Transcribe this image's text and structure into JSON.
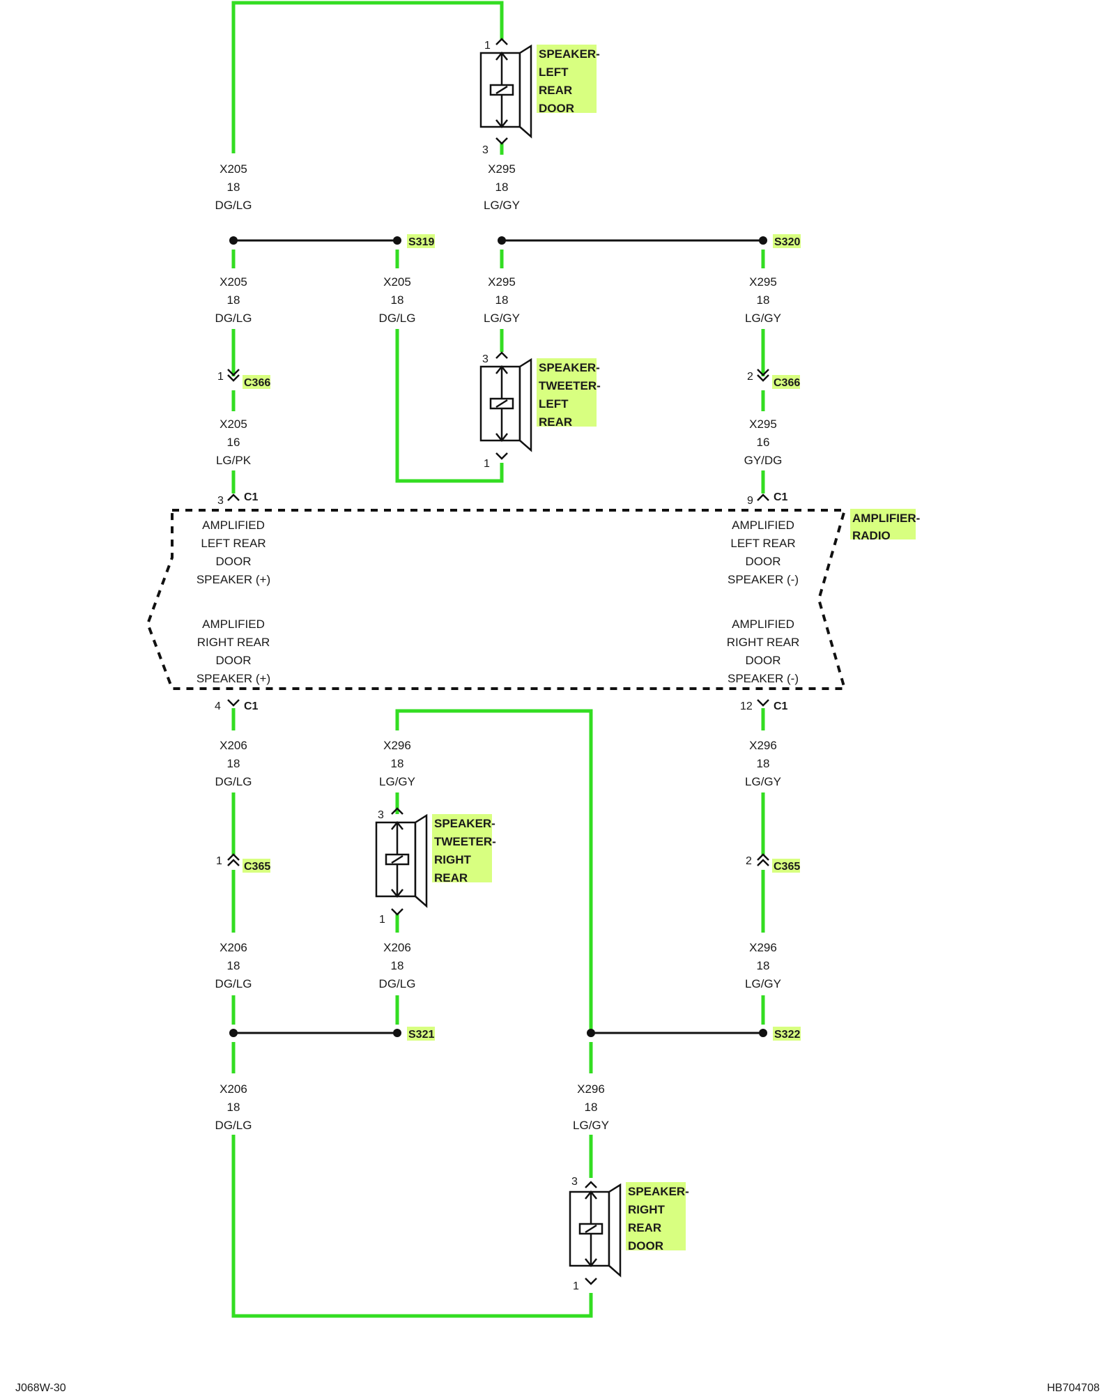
{
  "colors": {
    "wire": "#33dd22",
    "highlight": "#d8ff80",
    "ink": "#111111"
  },
  "wire_labels": [
    {
      "id": "w1",
      "circuit": "X205",
      "gauge": "18",
      "color": "DG/LG"
    },
    {
      "id": "w2",
      "circuit": "X295",
      "gauge": "18",
      "color": "LG/GY"
    },
    {
      "id": "w3",
      "circuit": "X205",
      "gauge": "18",
      "color": "DG/LG"
    },
    {
      "id": "w4",
      "circuit": "X205",
      "gauge": "18",
      "color": "DG/LG"
    },
    {
      "id": "w5",
      "circuit": "X295",
      "gauge": "18",
      "color": "LG/GY"
    },
    {
      "id": "w6",
      "circuit": "X295",
      "gauge": "18",
      "color": "LG/GY"
    },
    {
      "id": "w7",
      "circuit": "X205",
      "gauge": "16",
      "color": "LG/PK"
    },
    {
      "id": "w8",
      "circuit": "X295",
      "gauge": "16",
      "color": "GY/DG"
    },
    {
      "id": "w9",
      "circuit": "X206",
      "gauge": "18",
      "color": "DG/LG"
    },
    {
      "id": "w10",
      "circuit": "X296",
      "gauge": "18",
      "color": "LG/GY"
    },
    {
      "id": "w11",
      "circuit": "X296",
      "gauge": "18",
      "color": "LG/GY"
    },
    {
      "id": "w12",
      "circuit": "X206",
      "gauge": "18",
      "color": "DG/LG"
    },
    {
      "id": "w13",
      "circuit": "X206",
      "gauge": "18",
      "color": "DG/LG"
    },
    {
      "id": "w14",
      "circuit": "X296",
      "gauge": "18",
      "color": "LG/GY"
    },
    {
      "id": "w15",
      "circuit": "X206",
      "gauge": "18",
      "color": "DG/LG"
    },
    {
      "id": "w16",
      "circuit": "X296",
      "gauge": "18",
      "color": "LG/GY"
    }
  ],
  "splices": [
    {
      "id": "s319",
      "label": "S319"
    },
    {
      "id": "s320",
      "label": "S320"
    },
    {
      "id": "s321",
      "label": "S321"
    },
    {
      "id": "s322",
      "label": "S322"
    }
  ],
  "connectors": [
    {
      "id": "c366a",
      "pin": "1",
      "label": "C366"
    },
    {
      "id": "c366b",
      "pin": "2",
      "label": "C366"
    },
    {
      "id": "c1a",
      "pin": "3",
      "label": "C1"
    },
    {
      "id": "c1b",
      "pin": "9",
      "label": "C1"
    },
    {
      "id": "c1c",
      "pin": "4",
      "label": "C1"
    },
    {
      "id": "c1d",
      "pin": "12",
      "label": "C1"
    },
    {
      "id": "c365a",
      "pin": "1",
      "label": "C365"
    },
    {
      "id": "c365b",
      "pin": "2",
      "label": "C365"
    }
  ],
  "components": [
    {
      "id": "spk_lrd",
      "lines": [
        "SPEAKER-",
        "LEFT",
        "REAR",
        "DOOR"
      ],
      "pin_top": "1",
      "pin_bottom": "3"
    },
    {
      "id": "tw_lr",
      "lines": [
        "SPEAKER-",
        "TWEETER-",
        "LEFT",
        "REAR"
      ],
      "pin_top": "3",
      "pin_bottom": "1"
    },
    {
      "id": "tw_rr",
      "lines": [
        "SPEAKER-",
        "TWEETER-",
        "RIGHT",
        "REAR"
      ],
      "pin_top": "3",
      "pin_bottom": "1"
    },
    {
      "id": "spk_rrd",
      "lines": [
        "SPEAKER-",
        "RIGHT",
        "REAR",
        "DOOR"
      ],
      "pin_top": "3",
      "pin_bottom": "1"
    }
  ],
  "amplifier": {
    "label_lines": [
      "AMPLIFIER-",
      "RADIO"
    ],
    "circuits": [
      {
        "id": "lrd_pos",
        "lines": [
          "AMPLIFIED",
          "LEFT REAR",
          "DOOR",
          "SPEAKER (+)"
        ]
      },
      {
        "id": "lrd_neg",
        "lines": [
          "AMPLIFIED",
          "LEFT REAR",
          "DOOR",
          "SPEAKER (-)"
        ]
      },
      {
        "id": "rrd_pos",
        "lines": [
          "AMPLIFIED",
          "RIGHT REAR",
          "DOOR",
          "SPEAKER (+)"
        ]
      },
      {
        "id": "rrd_neg",
        "lines": [
          "AMPLIFIED",
          "RIGHT REAR",
          "DOOR",
          "SPEAKER (-)"
        ]
      }
    ]
  },
  "footer": {
    "left": "J068W-30",
    "right": "HB704708"
  }
}
